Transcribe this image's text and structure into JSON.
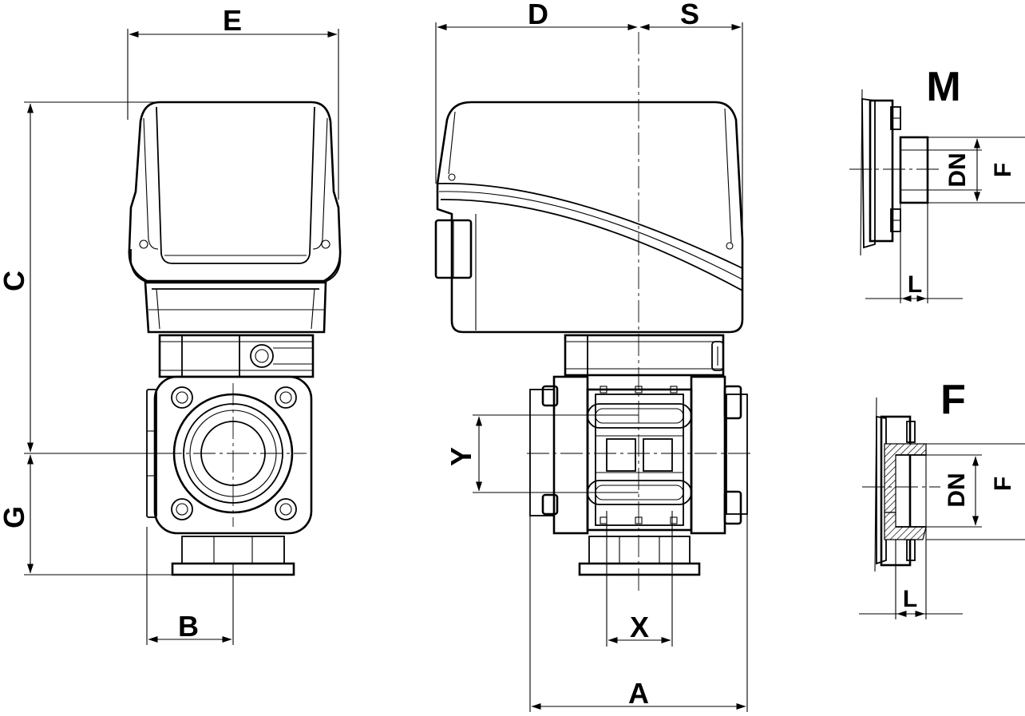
{
  "labels": {
    "A": "A",
    "B": "B",
    "C": "C",
    "D": "D",
    "E": "E",
    "G": "G",
    "S": "S",
    "X": "X",
    "Y": "Y"
  },
  "detail_m": {
    "title": "M",
    "dn": "DN",
    "f": "F",
    "l": "L"
  },
  "detail_f": {
    "title": "F",
    "dn": "DN",
    "f": "F",
    "l": "L"
  }
}
